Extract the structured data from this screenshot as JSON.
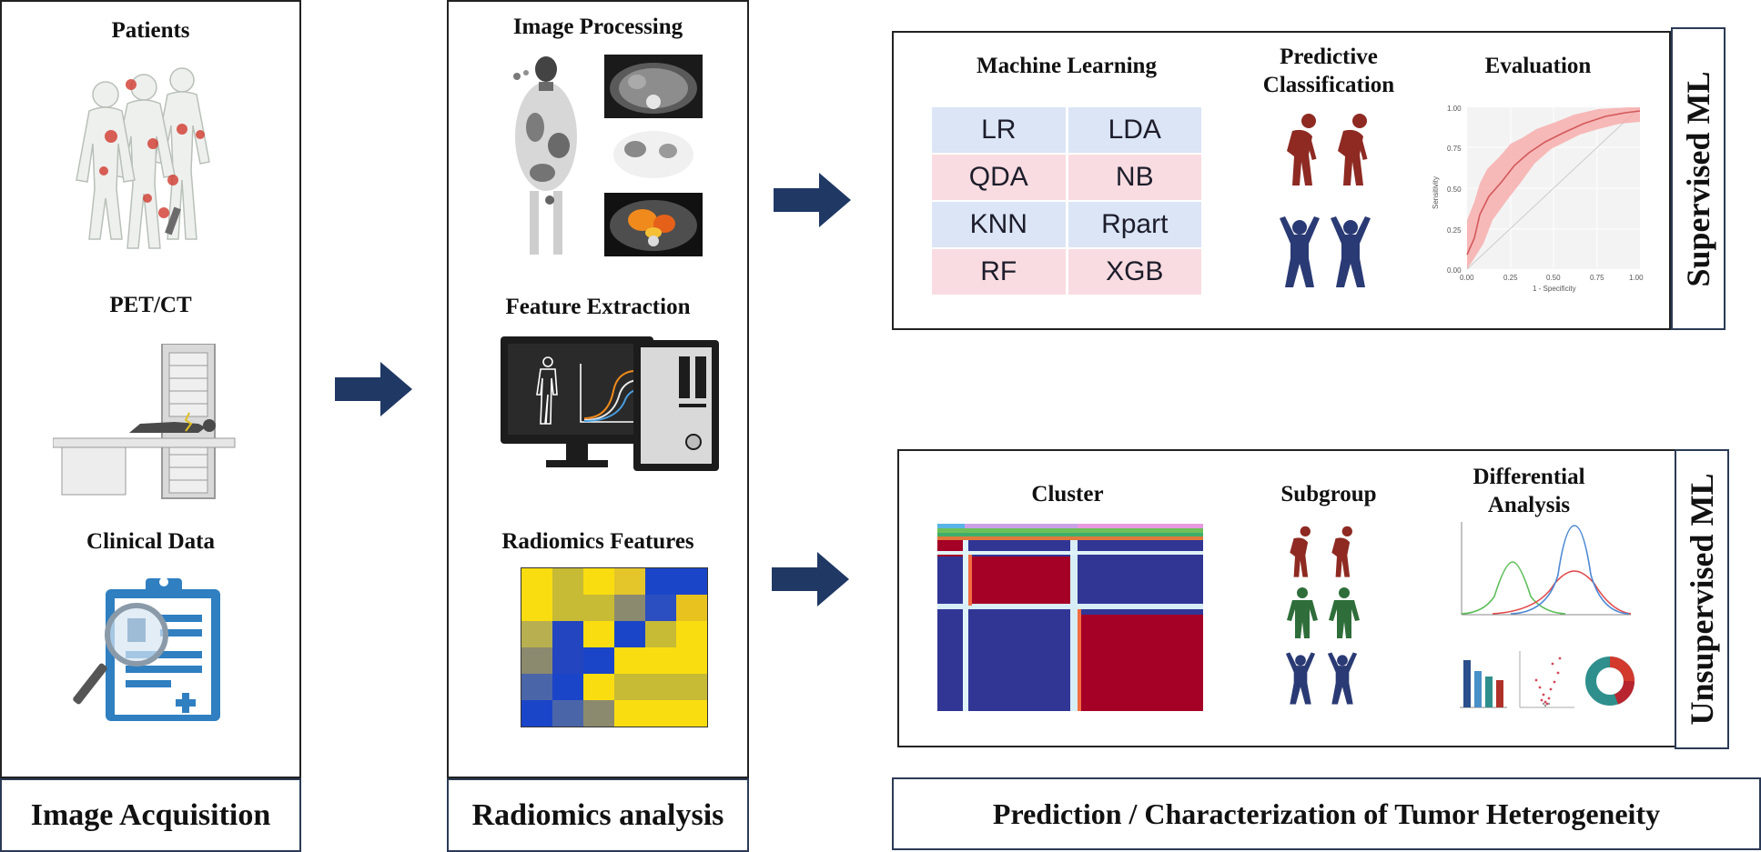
{
  "acquisition": {
    "patients_label": "Patients",
    "petct_label": "PET/CT",
    "clinical_label": "Clinical Data",
    "caption": "Image Acquisition"
  },
  "radiomics": {
    "image_processing_label": "Image Processing",
    "feature_extraction_label": "Feature Extraction",
    "radiomics_features_label": "Radiomics Features",
    "caption": "Radiomics analysis",
    "heatmap_colors": [
      [
        "#f9dd10",
        "#c7ba35",
        "#f9dd10",
        "#e4c52a",
        "#1b45c8",
        "#1b45c8"
      ],
      [
        "#f9dd10",
        "#c7ba35",
        "#c7ba35",
        "#8c8a6e",
        "#2b4fc0",
        "#e8c21f"
      ],
      [
        "#b8b050",
        "#2345bf",
        "#f9dd10",
        "#1b45c8",
        "#c7ba35",
        "#f9dd10"
      ],
      [
        "#8c8a6e",
        "#2345bf",
        "#1b45c8",
        "#f9dd10",
        "#f9dd10",
        "#f9dd10"
      ],
      [
        "#4b66a8",
        "#1b45c8",
        "#f9dd10",
        "#c7ba35",
        "#c7ba35",
        "#c7ba35"
      ],
      [
        "#1b45c8",
        "#4b66a8",
        "#8c8a6e",
        "#f9dd10",
        "#f9dd10",
        "#f9dd10"
      ]
    ]
  },
  "supervised": {
    "ml_label": "Machine Learning",
    "predictive_label_1": "Predictive",
    "predictive_label_2": "Classification",
    "evaluation_label": "Evaluation",
    "tab_label": "Supervised ML",
    "methods": [
      [
        "LR",
        "LDA"
      ],
      [
        "QDA",
        "NB"
      ],
      [
        "KNN",
        "Rpart"
      ],
      [
        "RF",
        "XGB"
      ]
    ],
    "roc": {
      "xlabel": "1 - Specificity",
      "ylabel": "Sensitivity",
      "xticks": [
        "0.00",
        "0.25",
        "0.50",
        "0.75",
        "1.00"
      ],
      "yticks": [
        "0.00",
        "0.25",
        "0.50",
        "0.75",
        "1.00"
      ]
    }
  },
  "unsupervised": {
    "cluster_label": "Cluster",
    "subgroup_label": "Subgroup",
    "diff_label_1": "Differential",
    "diff_label_2": "Analysis",
    "tab_label": "Unsupervised ML"
  },
  "prediction_caption": "Prediction / Characterization of Tumor Heterogeneity",
  "colors": {
    "arrow": "#1f3864",
    "sick_figure": "#8e2a22",
    "healthy_figure": "#2f6e3a",
    "active_figure": "#2a3a74",
    "heat_red": "#a50026",
    "heat_blue": "#313695"
  }
}
